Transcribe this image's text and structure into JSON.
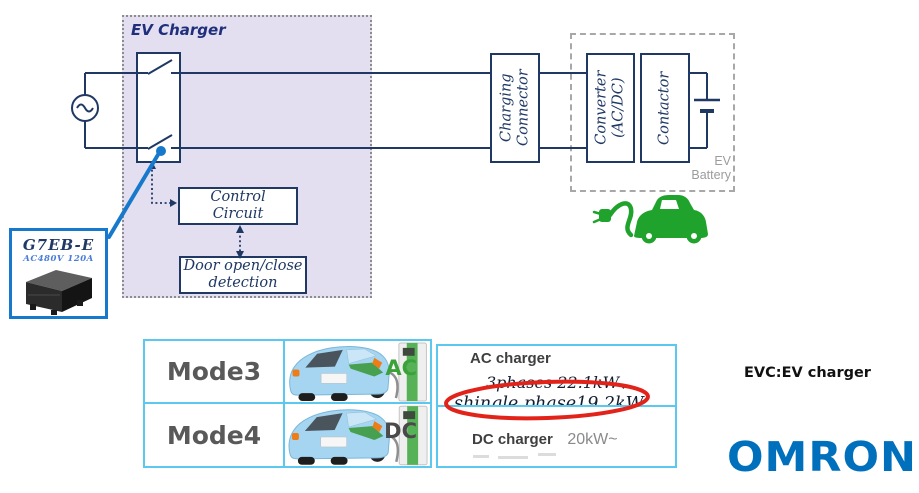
{
  "diagram": {
    "title": "EV Charger",
    "control_circuit": {
      "line1": "Control",
      "line2": "Circuit"
    },
    "door_detection": {
      "line1": "Door open/close",
      "line2": "detection"
    },
    "charging_connector": {
      "line1": "Charging",
      "line2": "Connector"
    },
    "converter": {
      "line1": "Converter",
      "line2": "(AC/DC)"
    },
    "contactor": {
      "label": "Contactor"
    },
    "ev_battery": {
      "line1": "EV",
      "line2": "Battery"
    },
    "relay": {
      "model": "G7EB-E",
      "rating": "AC480V 120A"
    }
  },
  "table": {
    "rows": [
      {
        "mode": "Mode3",
        "plug": "AC",
        "title": "AC charger",
        "detail1": "3phases 22.1kW、",
        "detail2": "shingle phase19.2kW"
      },
      {
        "mode": "Mode4",
        "plug": "DC",
        "title": "DC charger",
        "detail1": "20kW~"
      }
    ]
  },
  "annotations": {
    "note": "EVC:EV charger",
    "brand": "OMRON"
  },
  "colors": {
    "navy": "#1F3864",
    "lavender": "#E4DFF0",
    "table_border": "#5BC8F0",
    "callout_blue": "#1779CC",
    "ev_green": "#1FA32C",
    "circle_red": "#E2231A",
    "omron_blue": "#0070BD"
  }
}
